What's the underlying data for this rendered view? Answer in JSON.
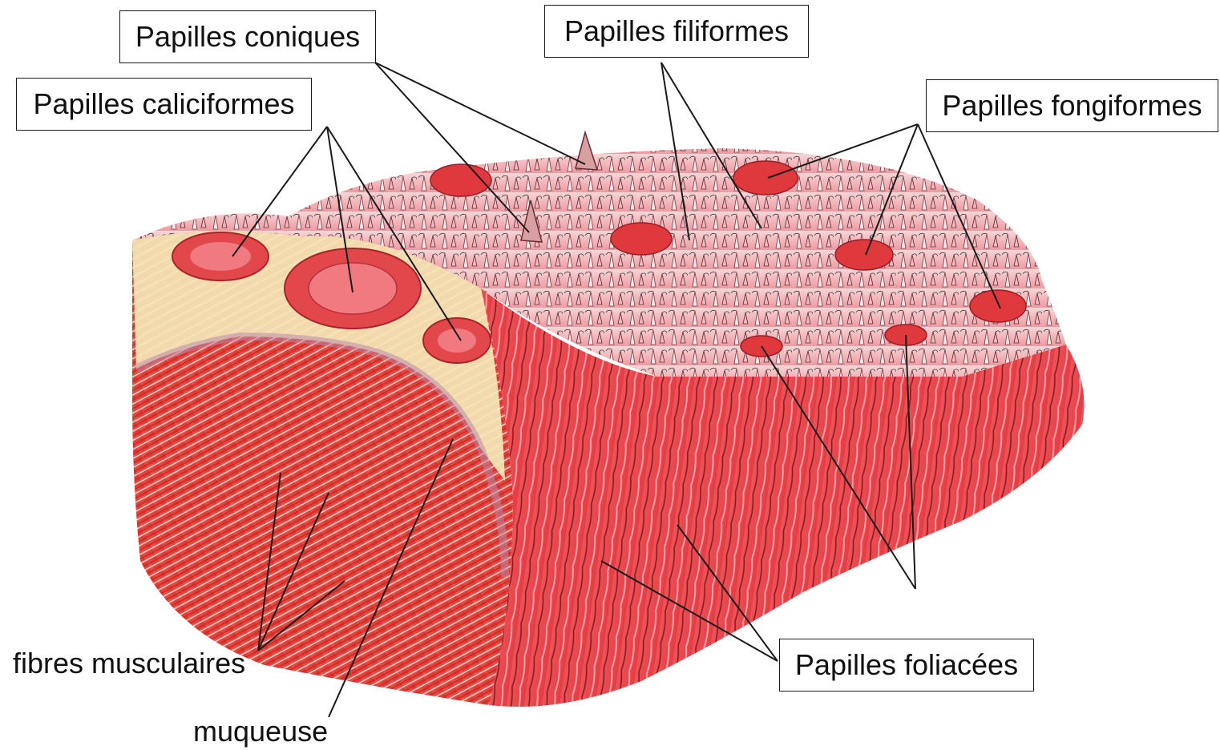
{
  "labels": {
    "coniques": "Papilles coniques",
    "filiformes": "Papilles filiformes",
    "caliciformes": "Papilles caliciformes",
    "fongiformes": "Papilles fongiformes",
    "fibres": "fibres musculaires",
    "muqueuse": "muqueuse",
    "foliacees": "Papilles foliacées"
  },
  "colors": {
    "muscle": "#e8403a",
    "muscle_dark": "#c62a26",
    "mucosa": "#f4e7b8",
    "papilla_red": "#e0393d",
    "papilla_pale": "#f3c6c8",
    "leader": "#1a1a1a"
  }
}
